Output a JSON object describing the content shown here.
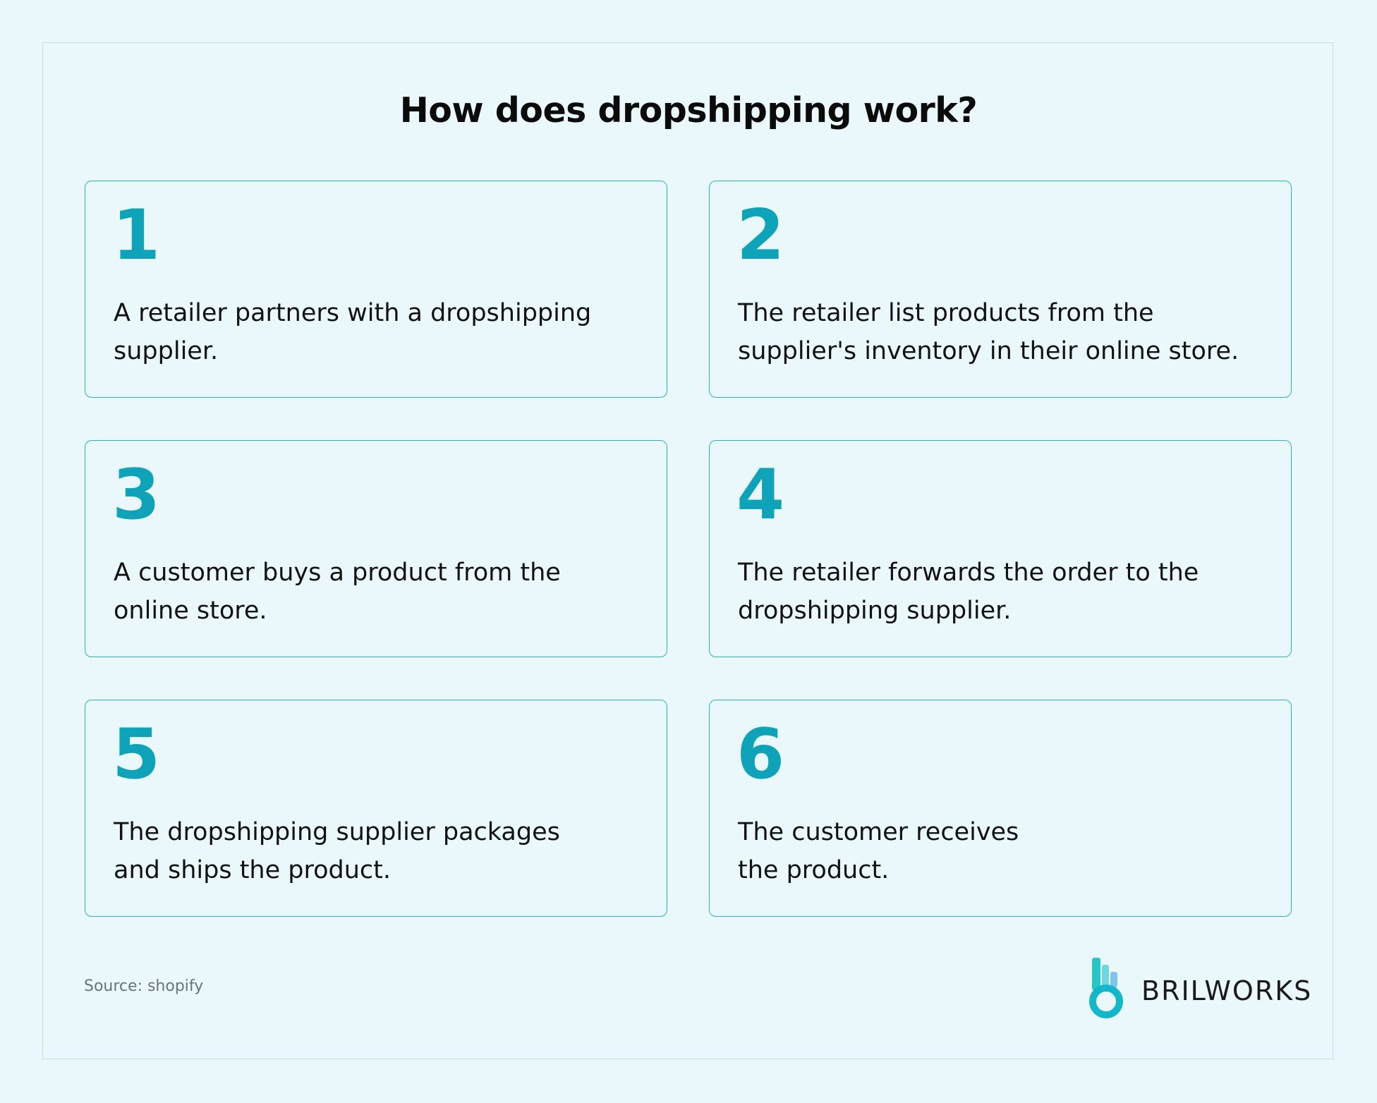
{
  "title": "How does dropshipping work?",
  "steps": [
    {
      "number": "1",
      "text": "A retailer partners with a dropshipping\nsupplier."
    },
    {
      "number": "2",
      "text": "The retailer list products from the\nsupplier's inventory in their online store."
    },
    {
      "number": "3",
      "text": "A customer buys a product from the\nonline store."
    },
    {
      "number": "4",
      "text": "The retailer forwards the order to the\ndropshipping supplier."
    },
    {
      "number": "5",
      "text": "The dropshipping supplier packages\nand ships the product."
    },
    {
      "number": "6",
      "text": "The customer receives\nthe product."
    }
  ],
  "source": "Source: shopify",
  "brand": {
    "name": "BRILWORKS",
    "icon": "brilworks-logo-icon"
  },
  "colors": {
    "background": "#eaf8fc",
    "accent": "#0ea3b8",
    "card_border": "#2bb3c0",
    "frame_border": "#bfdfe5",
    "text": "#121212"
  }
}
